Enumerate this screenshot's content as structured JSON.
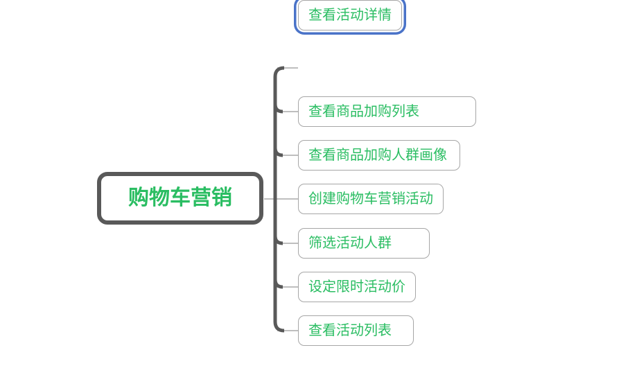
{
  "mindmap": {
    "root": {
      "label": "购物车营销"
    },
    "children": [
      {
        "label": "查看商品加购列表",
        "selected": false
      },
      {
        "label": "查看商品加购人群画像",
        "selected": false
      },
      {
        "label": "创建购物车营销活动",
        "selected": false
      },
      {
        "label": "筛选活动人群",
        "selected": false
      },
      {
        "label": "设定限时活动价",
        "selected": false
      },
      {
        "label": "查看活动列表",
        "selected": false
      },
      {
        "label": "查看活动详情",
        "selected": true
      }
    ],
    "selection": {
      "selected_node": "查看活动详情"
    },
    "colors": {
      "background": "#ffffff",
      "node_text_green": "#2abd62",
      "root_border_gray": "#595959",
      "branch_spine_gray": "#595959",
      "child_border_gray": "#a6a6a6",
      "connector_thin_gray": "#a8a8a8",
      "selection_blue": "#4a73c8"
    }
  }
}
